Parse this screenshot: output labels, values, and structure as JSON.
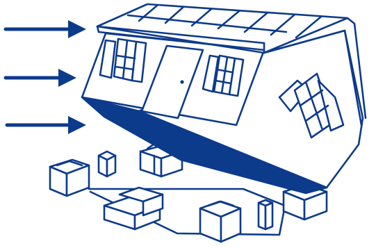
{
  "colors": {
    "ink": "#0d3b8c",
    "fill": "#0d3b8c",
    "paper": "#ffffff"
  },
  "illustration": {
    "arrows": [
      "wind-arrow",
      "wind-arrow",
      "wind-arrow"
    ],
    "icons": [
      "house-icon",
      "door-icon",
      "window-icon",
      "box-icon"
    ]
  }
}
